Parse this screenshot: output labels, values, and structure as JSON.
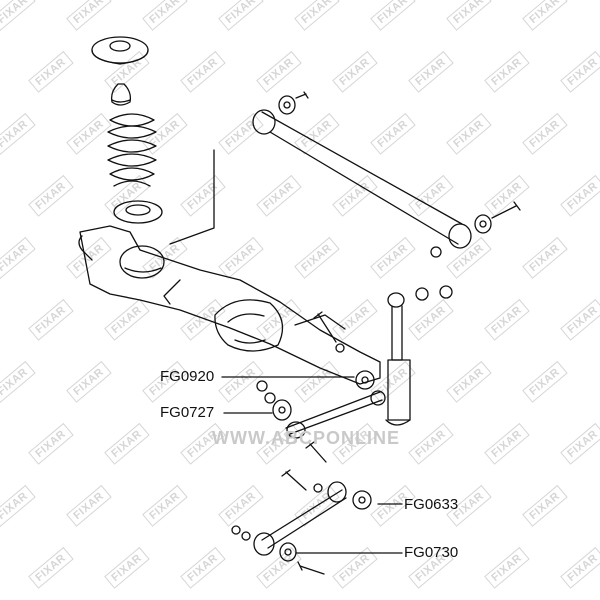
{
  "watermark": {
    "text": "FIXAR",
    "color": "#d6d6d6"
  },
  "site_text": "WWW.ABCPONLINE",
  "callouts": [
    {
      "code": "FG0920"
    },
    {
      "code": "FG0727"
    },
    {
      "code": "FG0633"
    },
    {
      "code": "FG0730"
    }
  ],
  "colors": {
    "line": "#111111",
    "background": "#ffffff"
  }
}
